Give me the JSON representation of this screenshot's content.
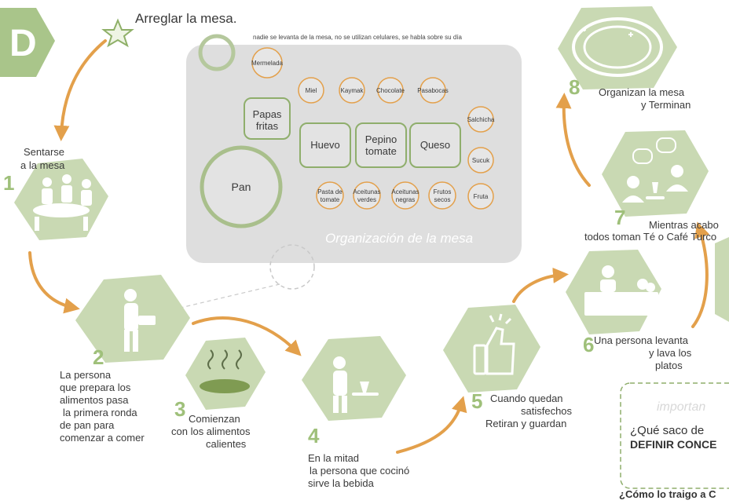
{
  "header": {
    "letter": "D",
    "start_step": "Arreglar la mesa."
  },
  "table": {
    "caption": "Organización de la mesa",
    "rules": "nadie se levanta de la mesa, no se utilizan celulares, se habla sobre su día",
    "items": {
      "mermelada": "Mermelada",
      "miel": "Miel",
      "kaymak": "Kaymak",
      "chocolate": "Chocolate",
      "pasabocas": "Pasabocas",
      "salchicha": "Salchicha",
      "sucuk": "Sucuk",
      "fruta": "Fruta",
      "papas_line1": "Papas",
      "papas_line2": "fritas",
      "pan": "Pan",
      "huevo": "Huevo",
      "pepino_line1": "Pepino",
      "pepino_line2": "tomate",
      "queso": "Queso",
      "pasta_line1": "Pasta de",
      "pasta_line2": "tomate",
      "aceitunas_verdes_line1": "Aceitunas",
      "aceitunas_verdes_line2": "verdes",
      "aceitunas_negras_line1": "Aceitunas",
      "aceitunas_negras_line2": "negras",
      "frutos_line1": "Frutos",
      "frutos_line2": "secos"
    }
  },
  "steps": {
    "s1": {
      "number": "1",
      "line1": "Sentarse",
      "line2": "a la mesa"
    },
    "s2": {
      "number": "2",
      "line1": "La persona",
      "line2": "que prepara los",
      "line3": "alimentos pasa",
      "line4": "la primera ronda",
      "line5": "de pan para",
      "line6": "comenzar a comer"
    },
    "s3": {
      "number": "3",
      "line1": "Comienzan",
      "line2": "con los alimentos",
      "line3": "calientes"
    },
    "s4": {
      "number": "4",
      "line1": "En la mitad",
      "line2": "la persona que cocinó",
      "line3": "sirve la bebida"
    },
    "s5": {
      "number": "5",
      "line1": "Cuando quedan",
      "line2": "satisfechos",
      "line3": "Retiran y guardan"
    },
    "s6": {
      "number": "6",
      "line1": "Una persona levanta",
      "line2": "y lava los",
      "line3": "platos"
    },
    "s7": {
      "number": "7",
      "line1": "Mientras acabo",
      "line2": "todos toman Té o Café Turco"
    },
    "s8": {
      "number": "8",
      "line1": "Organizan la mesa",
      "line2": "y Terminan"
    }
  },
  "note_box": {
    "title": "importan",
    "question": "¿Qué saco de",
    "emphasis": "DEFINIR CONCE",
    "footer": "¿Cómo lo traigo a C"
  },
  "colors": {
    "green": "#c9d9b3",
    "green_dark": "#7fa35a",
    "orange": "#e3a04b",
    "gray_panel": "#dedede"
  }
}
